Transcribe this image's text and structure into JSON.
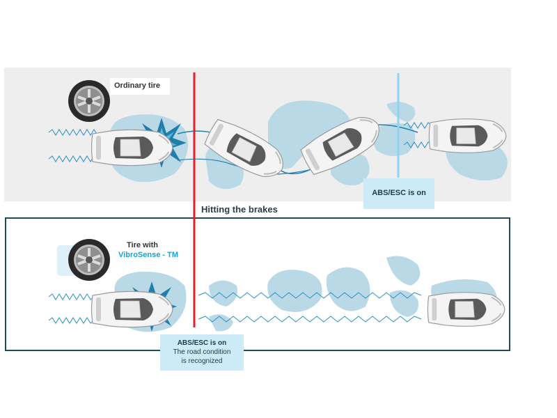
{
  "colors": {
    "brake_line": "#e0202a",
    "abs_line_top": "#8fd3f0",
    "bottom_frame": "#1f4a5c",
    "top_band": "#eeeeee",
    "splash": "#b9d9e6",
    "abs_box": "#cdeaf7",
    "accent_text": "#1aa0d8",
    "burst": "#1f7faa"
  },
  "top_scenario": {
    "tire_label": "Ordinary tire",
    "abs_label": "ABS/ESC is on",
    "tire_icon": "tire-icon",
    "car_icon": "car-topview-icon"
  },
  "brake_marker": {
    "label": "Hitting the brakes"
  },
  "bottom_scenario": {
    "tire_label_line1": "Tire with",
    "tire_label_line2": "VibroSense - TM",
    "abs_line1": "ABS/ESC is on",
    "abs_line2": "The road condition",
    "abs_line3": "is recognized",
    "tire_icon": "tire-icon",
    "car_icon": "car-topview-icon"
  }
}
